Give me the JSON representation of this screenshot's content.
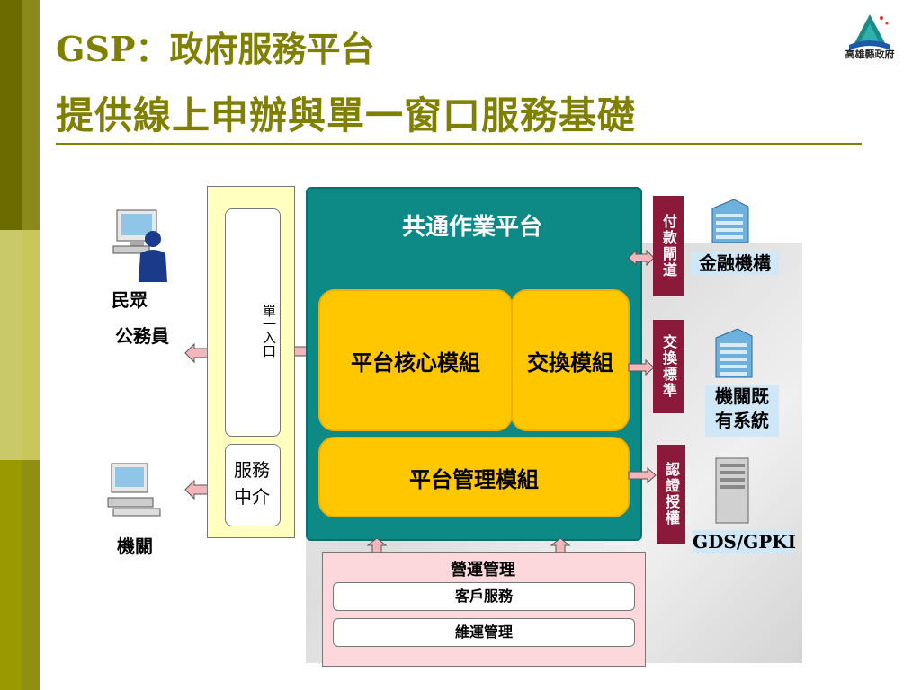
{
  "header": {
    "title_line1": "GSP：政府服務平台",
    "title_line2": "提供線上申辦與單一窗口服務基礎",
    "logo_text": "高雄縣政府"
  },
  "diagram": {
    "users": {
      "citizen_label1": "民眾",
      "citizen_label2": "公務員",
      "agency_label": "機關"
    },
    "entry_column": {
      "single_entry": "單一入口",
      "service_broker": "服務\n中介"
    },
    "platform": {
      "title": "共通作業平台",
      "core_module": "平台核心模組",
      "exchange_module": "交換模組",
      "management_module": "平台管理模組"
    },
    "right_tags": {
      "payment": "付款閘道",
      "exchange_std": "交換標準",
      "auth": "認證授權"
    },
    "right_labels": {
      "finance": "金融機構",
      "legacy": "機關既\n有系統",
      "gds": "GDS/GPKI"
    },
    "operations": {
      "title": "營運管理",
      "item1": "客戶服務",
      "item2": "維運管理"
    }
  },
  "colors": {
    "title": "#808000",
    "platform": "#0e8a86",
    "module": "#ffc700",
    "tag": "#8b1a3a",
    "arrow": "#f4b6bd"
  }
}
